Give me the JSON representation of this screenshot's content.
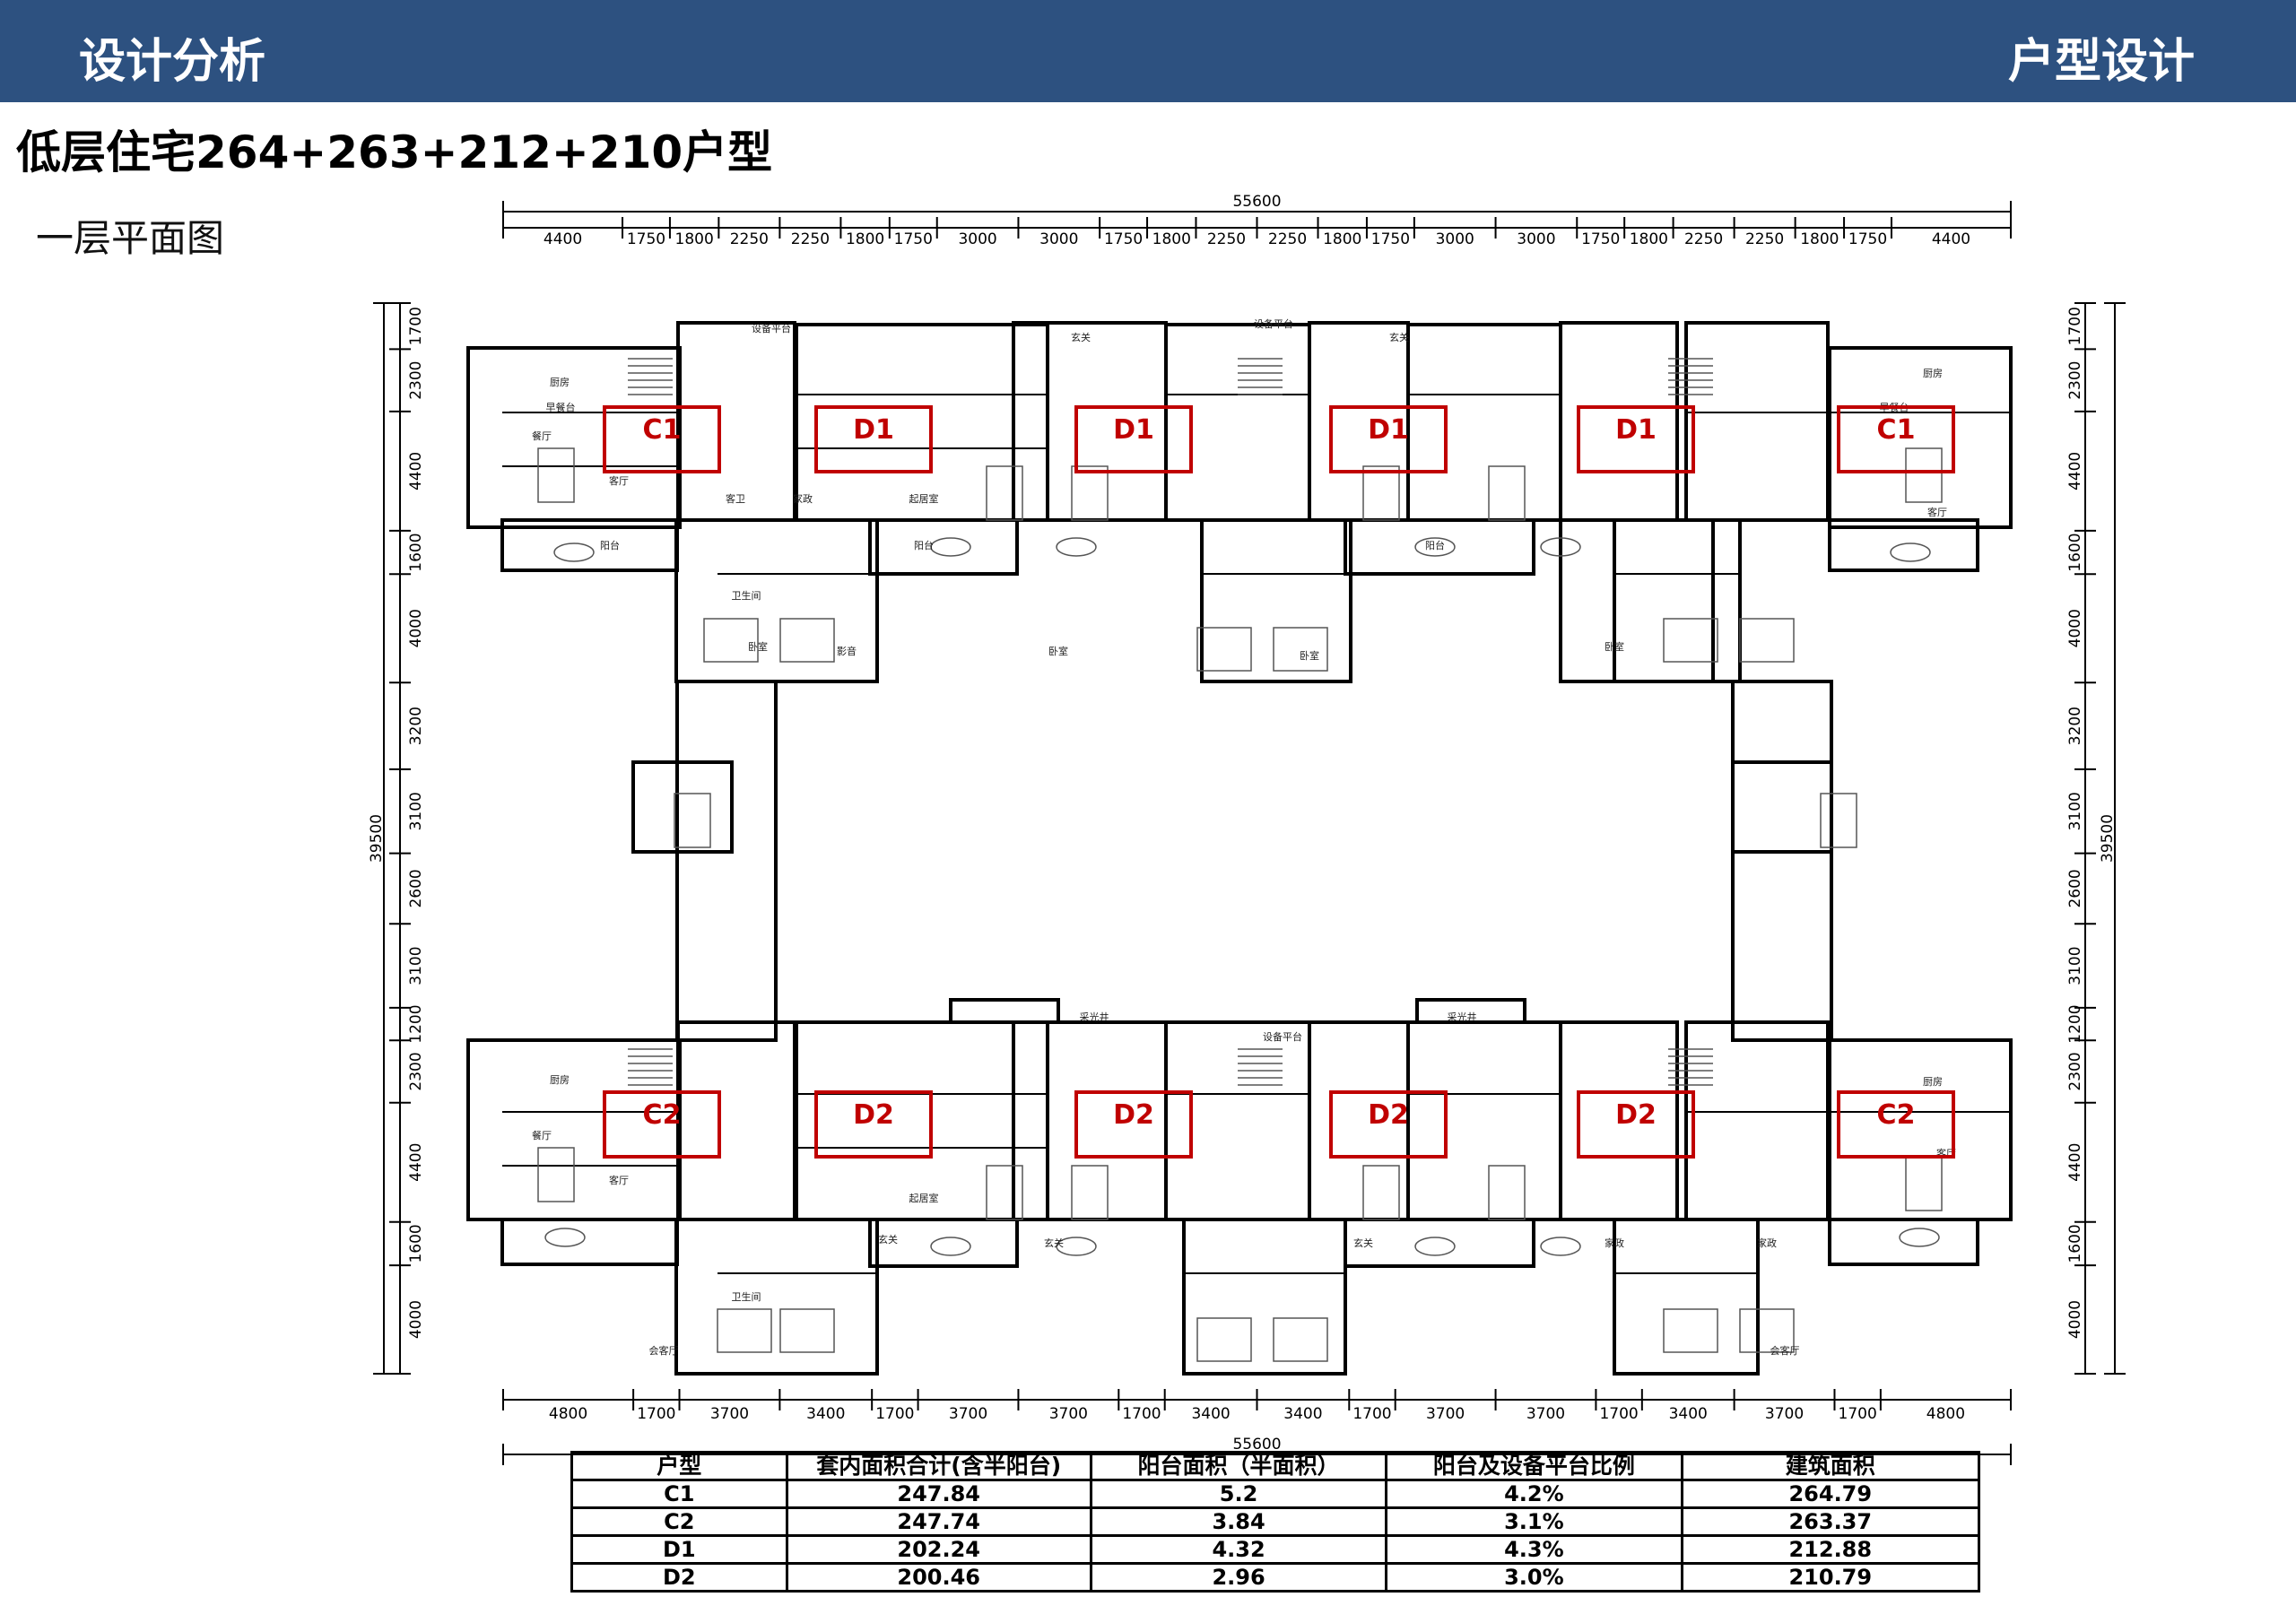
{
  "header": {
    "left": "设计分析",
    "right": "户型设计"
  },
  "title": "低层住宅264+263+212+210户型",
  "subtitle": "一层平面图",
  "dimensions": {
    "overall_width": "55600",
    "overall_height": "39500",
    "top": [
      "4400",
      "1750",
      "1800",
      "2250",
      "2250",
      "1800",
      "1750",
      "3000",
      "3000",
      "1750",
      "1800",
      "2250",
      "2250",
      "1800",
      "1750",
      "3000",
      "3000",
      "1750",
      "1800",
      "2250",
      "2250",
      "1800",
      "1750",
      "4400"
    ],
    "bottom": [
      "4800",
      "1700",
      "3700",
      "3400",
      "1700",
      "3700",
      "3700",
      "1700",
      "3400",
      "3400",
      "1700",
      "3700",
      "3700",
      "1700",
      "3400",
      "3700",
      "1700",
      "4800"
    ],
    "left": [
      "1700",
      "2300",
      "4400",
      "1600",
      "4000",
      "3200",
      "3100",
      "2600",
      "3100",
      "1200",
      "2300",
      "4400",
      "1600",
      "4000"
    ],
    "right": [
      "1700",
      "2300",
      "4400",
      "1600",
      "4000",
      "3200",
      "3100",
      "2600",
      "3100",
      "1200",
      "2300",
      "4400",
      "1600",
      "4000"
    ]
  },
  "unit_labels": {
    "top": [
      "C1",
      "D1",
      "D1",
      "D1",
      "D1",
      "C1"
    ],
    "bottom": [
      "C2",
      "D2",
      "D2",
      "D2",
      "D2",
      "C2"
    ]
  },
  "room_labels": [
    "厨房",
    "餐厅",
    "客厅",
    "起居室",
    "卫生间",
    "玄关",
    "设备平台",
    "阳台",
    "家政",
    "客卫",
    "影音",
    "卧室",
    "采光井",
    "会客厅",
    "早餐台"
  ],
  "table": {
    "headers": [
      "户型",
      "套内面积合计(含半阳台)",
      "阳台面积（半面积）",
      "阳台及设备平台比例",
      "建筑面积"
    ],
    "rows": [
      [
        "C1",
        "247.84",
        "5.2",
        "4.2%",
        "264.79"
      ],
      [
        "C2",
        "247.74",
        "3.84",
        "3.1%",
        "263.37"
      ],
      [
        "D1",
        "202.24",
        "4.32",
        "4.3%",
        "212.88"
      ],
      [
        "D2",
        "200.46",
        "2.96",
        "3.0%",
        "210.79"
      ]
    ]
  },
  "colors": {
    "header_bg": "#2d5180",
    "highlight": "#c00000",
    "line": "#000000"
  }
}
